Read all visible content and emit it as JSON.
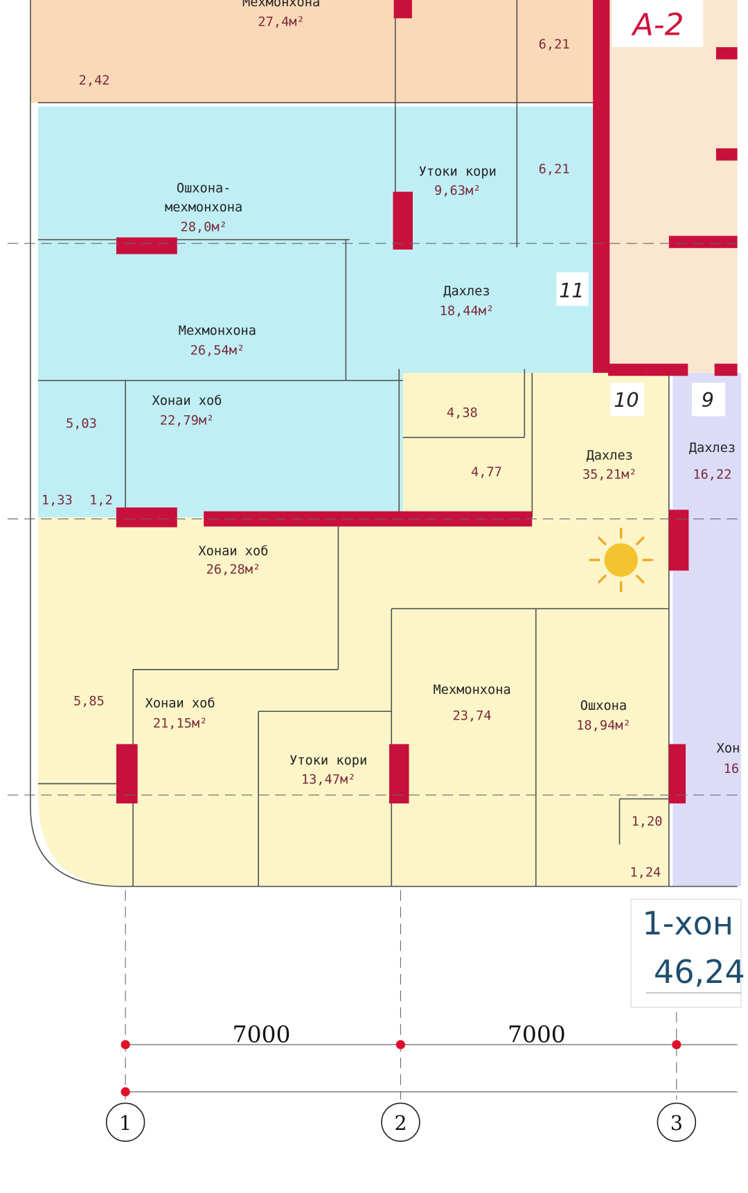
{
  "section_label": "А-2",
  "colors": {
    "orange": "#f9d9b8",
    "blue": "#bfeff5",
    "yellow": "#fcf5c8",
    "lavender": "#dcdcf8",
    "wall": "#c8103c",
    "accent_blue": "#1f4e6e"
  },
  "rooms": {
    "top_guest": {
      "name": "Мехмонхона",
      "area": "27,4м²"
    },
    "top_bath": {
      "area": "6,21"
    },
    "top_storage": {
      "area": "2,42"
    },
    "kitchen_guest": {
      "name1": "Ошхона-",
      "name2": "мехмонхона",
      "area": "28,0м²"
    },
    "ironing_a": {
      "name": "Утоки кори",
      "area": "9,63м²"
    },
    "bath_a": {
      "area": "6,21"
    },
    "hall_a": {
      "name": "Дахлез",
      "area": "18,44м²"
    },
    "guest_a": {
      "name": "Мехмонхона",
      "area": "26,54м²"
    },
    "bedroom_a": {
      "name": "Хонаи хоб",
      "area": "22,79м²"
    },
    "room_503": {
      "area": "5,03"
    },
    "room_438": {
      "area": "4,38"
    },
    "room_477": {
      "area": "4,77"
    },
    "room_133": {
      "area": "1,33"
    },
    "room_12": {
      "area": "1,2"
    },
    "hall_b": {
      "name": "Дахлез",
      "area": "35,21м²"
    },
    "hall_c": {
      "name": "Дахлез",
      "area": "16,22"
    },
    "bedroom_b": {
      "name": "Хонаи хоб",
      "area": "26,28м²"
    },
    "bath_b": {
      "area": "5,85"
    },
    "bedroom_c": {
      "name": "Хонаи хоб",
      "area": "21,15м²"
    },
    "ironing_b": {
      "name": "Утоки кори",
      "area": "13,47м²"
    },
    "guest_b": {
      "name": "Мехмонхона",
      "area": "23,74"
    },
    "kitchen_b": {
      "name": "Ошхона",
      "area": "18,94м²"
    },
    "partial_right": {
      "name": "Хон",
      "area": "16"
    },
    "room_120": {
      "area": "1,20"
    },
    "room_124": {
      "area": "1,24"
    }
  },
  "apartment_numbers": [
    "11",
    "10",
    "9"
  ],
  "legend": {
    "type": "1-хон",
    "area": "46,24"
  },
  "dimensions": [
    "7000",
    "7000"
  ],
  "axes": [
    "1",
    "2",
    "3"
  ],
  "icons": [
    "sun-icon"
  ]
}
